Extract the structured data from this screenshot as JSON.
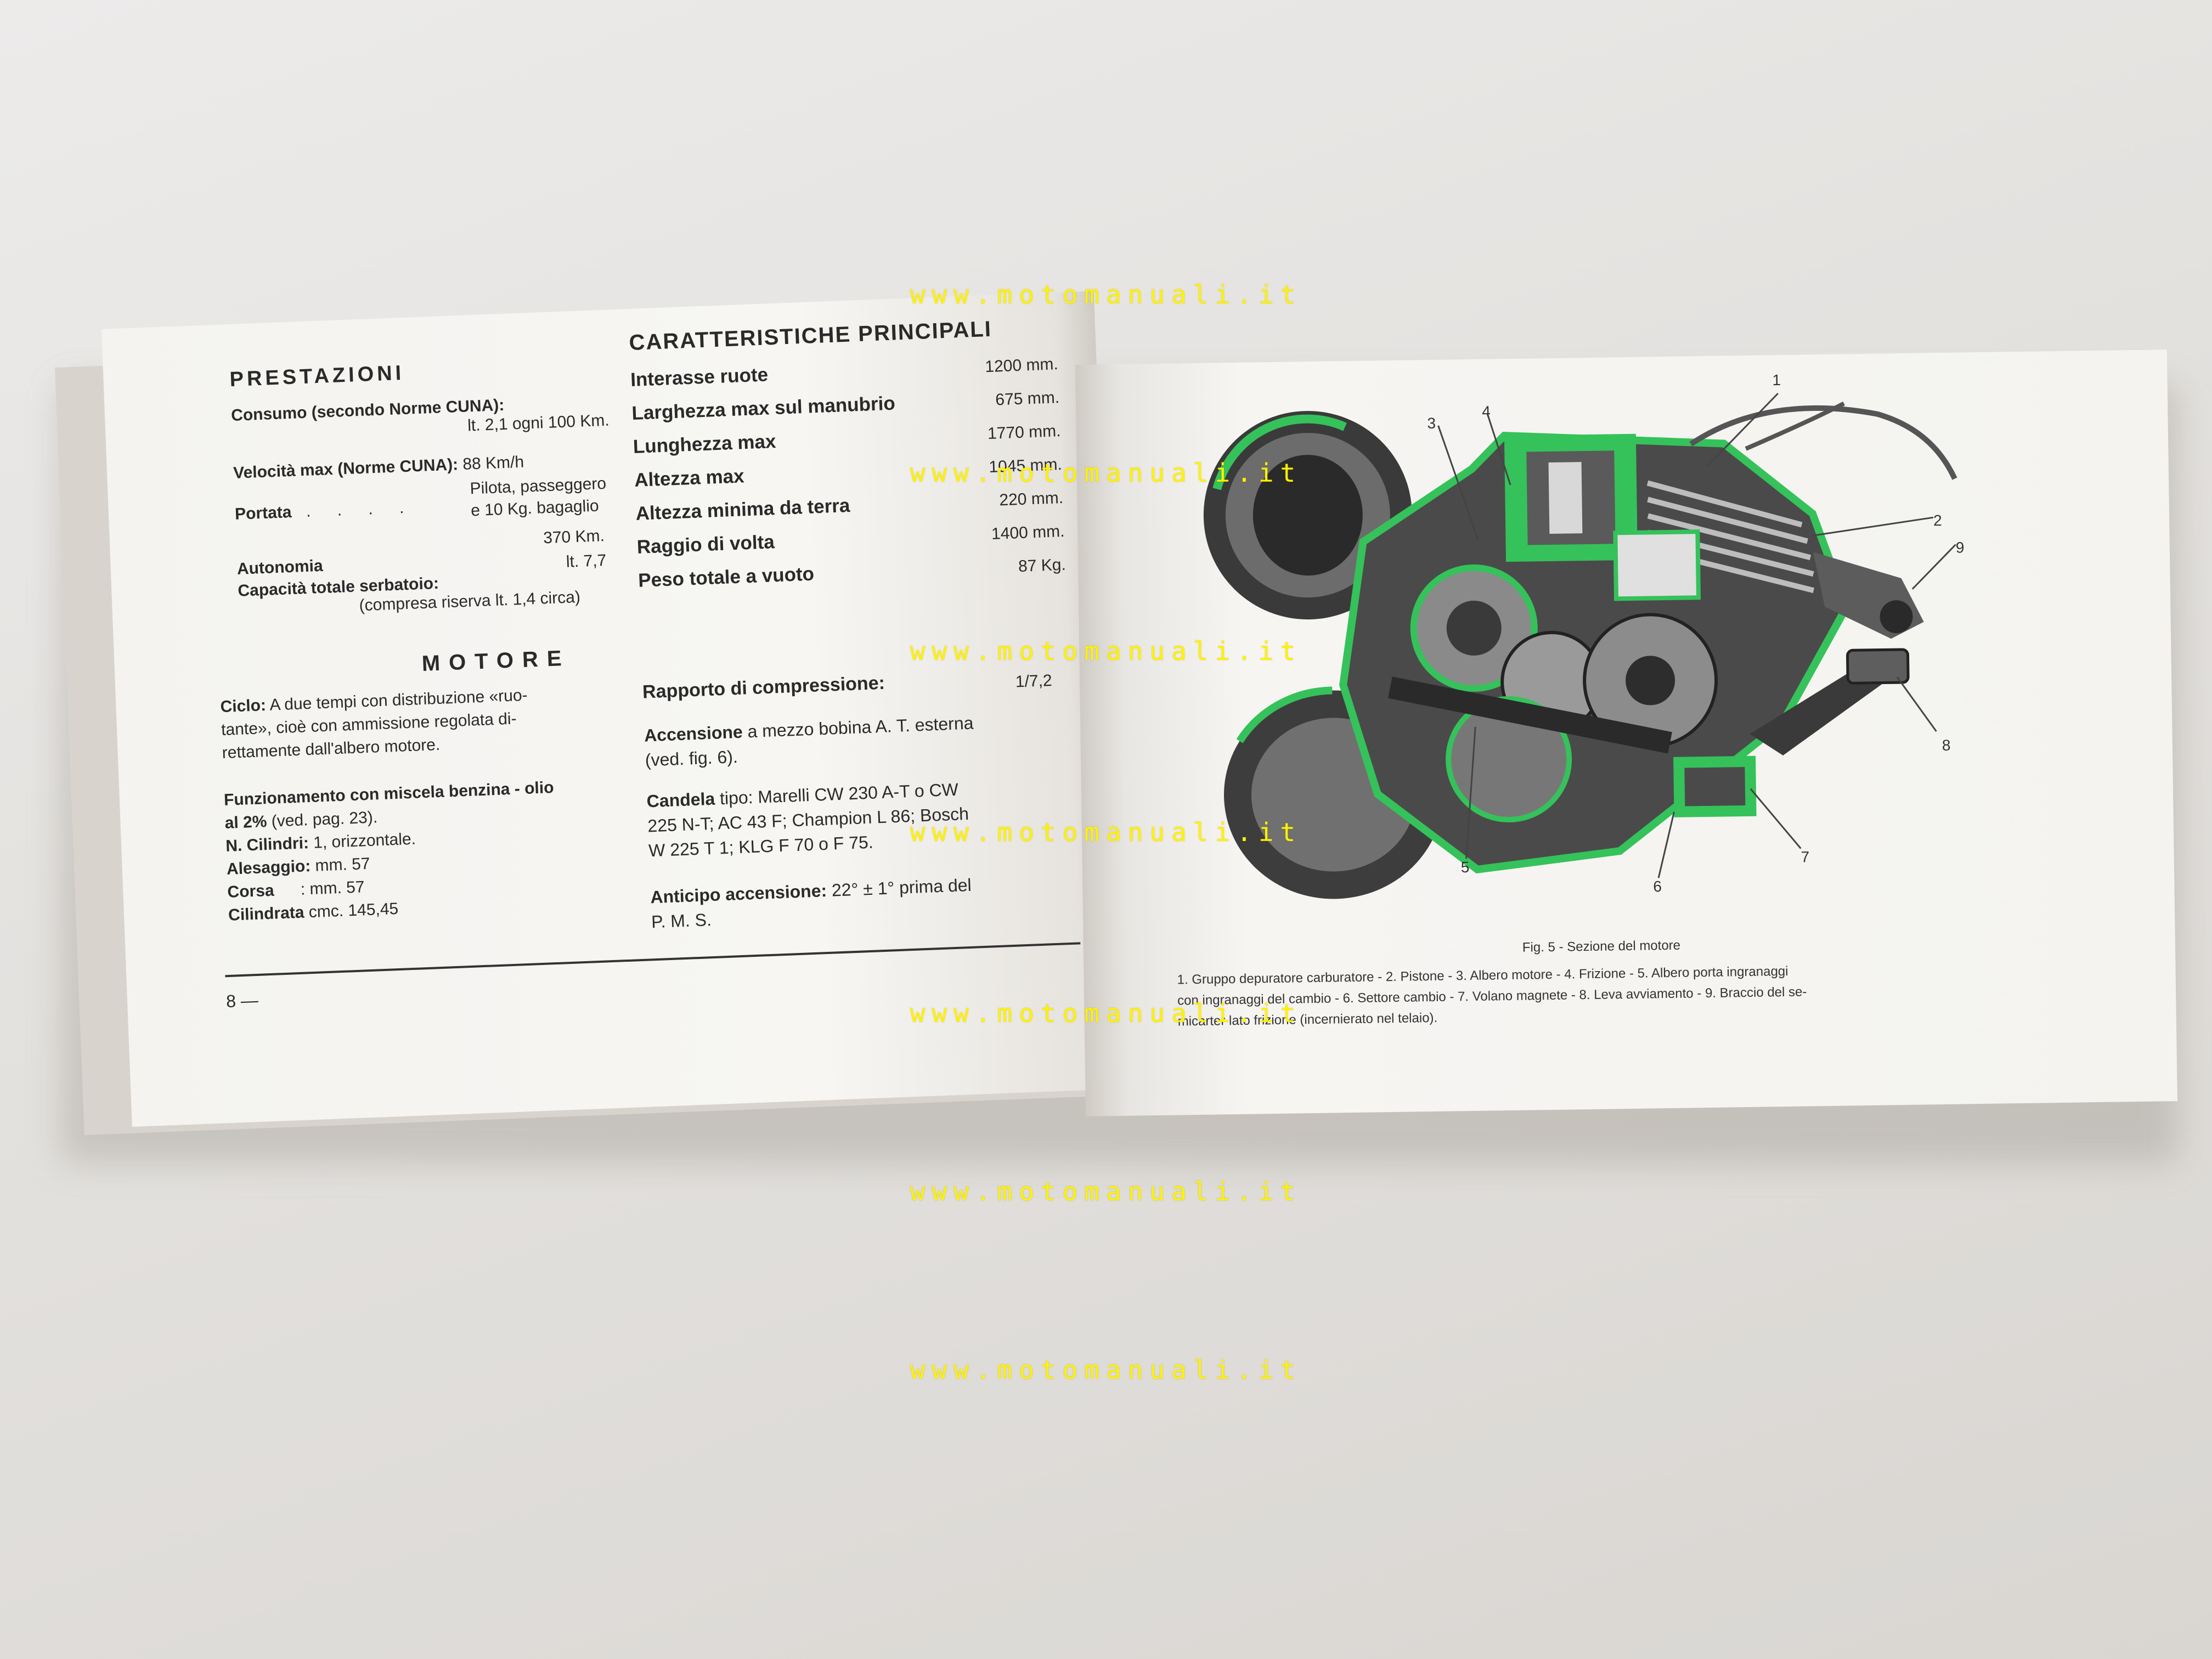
{
  "left_page": {
    "prestazioni": {
      "title": "PRESTAZIONI",
      "consumo_label": "Consumo (secondo Norme CUNA):",
      "consumo_value": "lt. 2,1 ogni 100 Km.",
      "velocita_label": "Velocità max (Norme CUNA):",
      "velocita_value": "88 Km/h",
      "portata_label": "Portata",
      "portata_value_1": "Pilota, passeggero",
      "portata_value_2": "e 10 Kg. bagaglio",
      "autonomia_label": "Autonomia",
      "autonomia_value": "370 Km.",
      "capacita_label": "Capacità totale serbatoio:",
      "capacita_value": "lt. 7,7",
      "capacita_note": "(compresa riserva lt. 1,4 circa)"
    },
    "caratteristiche": {
      "title": "CARATTERISTICHE PRINCIPALI",
      "rows": [
        {
          "label": "Interasse ruote",
          "value": "1200 mm."
        },
        {
          "label": "Larghezza max sul manubrio",
          "value": "675 mm."
        },
        {
          "label": "Lunghezza max",
          "value": "1770 mm."
        },
        {
          "label": "Altezza max",
          "value": "1045 mm."
        },
        {
          "label": "Altezza minima da terra",
          "value": "220 mm."
        },
        {
          "label": "Raggio di volta",
          "value": "1400 mm."
        },
        {
          "label": "Peso totale a vuoto",
          "value": "87 Kg."
        }
      ]
    },
    "motore": {
      "title": "MOTORE",
      "ciclo_label": "Ciclo:",
      "ciclo_text_1": "A due tempi con distribuzione «ruo-",
      "ciclo_text_2": "tante», cioè con ammissione regolata di-",
      "ciclo_text_3": "rettamente dall'albero motore.",
      "funz_label_1": "Funzionamento con miscela benzina - olio",
      "funz_label_2": "al 2%",
      "funz_note": "(ved. pag. 23).",
      "cilindri_label": "N. Cilindri:",
      "cilindri_value": "1, orizzontale.",
      "alesaggio_label": "Alesaggio:",
      "alesaggio_value": "mm. 57",
      "corsa_label": "Corsa",
      "corsa_value": ": mm. 57",
      "cilindrata_label": "Cilindrata",
      "cilindrata_value": "cmc. 145,45",
      "rapporto_label": "Rapporto di compressione:",
      "rapporto_value": "1/7,2",
      "accensione_label": "Accensione",
      "accensione_text_1": "a mezzo bobina A. T. esterna",
      "accensione_text_2": "(ved. fig. 6).",
      "candela_label": "Candela",
      "candela_text_1": "tipo: Marelli CW 230 A-T o CW",
      "candela_text_2": "225 N-T; AC 43 F; Champion L 86; Bosch",
      "candela_text_3": "W 225 T 1; KLG F 70 o F 75.",
      "anticipo_label": "Anticipo accensione:",
      "anticipo_text_1": "22° ± 1° prima del",
      "anticipo_text_2": "P. M. S."
    },
    "page_number": "8 —"
  },
  "right_page": {
    "figure_title": "Fig. 5 - Sezione del motore",
    "callouts": [
      "1",
      "2",
      "3",
      "4",
      "5",
      "6",
      "7",
      "8",
      "9"
    ],
    "caption_1": "1. Gruppo depuratore carburatore - 2. Pistone - 3. Albero motore - 4. Frizione - 5. Albero porta ingranaggi",
    "caption_2": "con ingranaggi del cambio - 6. Settore cambio - 7. Volano magnete - 8. Leva avviamento - 9. Braccio del se-",
    "caption_3": "micarter lato frizione (incernierato nel telaio)."
  },
  "watermark": {
    "text": "www.motomanuali.it",
    "color": "#fff200"
  },
  "colors": {
    "highlight_green": "#35c25a",
    "paper": "#f4f3f0",
    "ink": "#2a2a2a"
  }
}
